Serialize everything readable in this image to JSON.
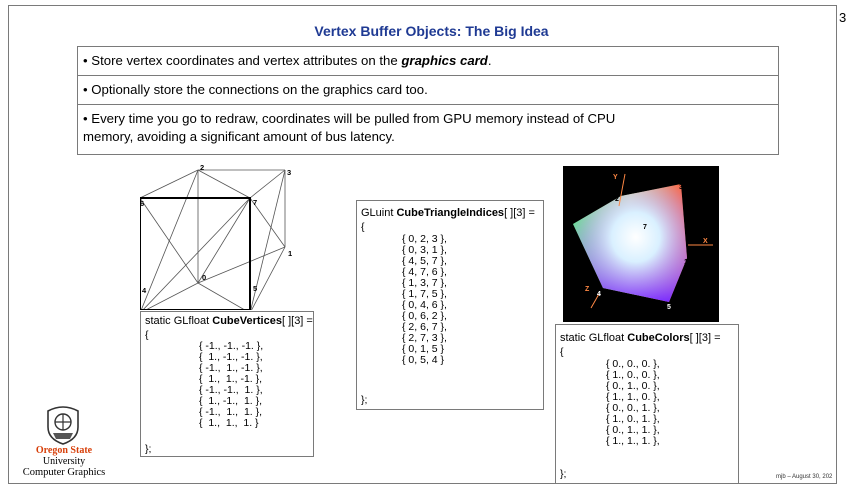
{
  "slide": {
    "number": "3",
    "title": "Vertex Buffer Objects: The Big Idea",
    "footer": "mjb – August 30, 202"
  },
  "bullets": [
    {
      "prefix": "• Store vertex coordinates and vertex attributes on the ",
      "emph": "graphics card",
      "suffix": "."
    },
    {
      "text": "• Optionally store the connections on the graphics card too."
    },
    {
      "line1": "• Every time you go to redraw, coordinates will be pulled from GPU memory instead of CPU",
      "line2": "memory, avoiding a significant amount of bus latency."
    }
  ],
  "cube": {
    "vertex_labels": [
      "0",
      "1",
      "2",
      "3",
      "4",
      "5",
      "6",
      "7"
    ]
  },
  "vertices_code": {
    "prefix": "static GLfloat ",
    "name": "CubeVertices",
    "suffix": "[ ][3] =",
    "open": "{",
    "rows": [
      "{ -1., -1., -1. },",
      "{  1., -1., -1. },",
      "{ -1.,  1., -1. },",
      "{  1.,  1., -1. },",
      "{ -1., -1.,  1. },",
      "{  1., -1.,  1. },",
      "{ -1.,  1.,  1. },",
      "{  1.,  1.,  1. }"
    ],
    "close": "};"
  },
  "indices_code": {
    "prefix": "GLuint ",
    "name": "CubeTriangleIndices",
    "suffix": "[ ][3] =",
    "open": "{",
    "rows": [
      "{ 0, 2, 3 },",
      "{ 0, 3, 1 },",
      "{ 4, 5, 7 },",
      "{ 4, 7, 6 },",
      "{ 1, 3, 7 },",
      "{ 1, 7, 5 },",
      "{ 0, 4, 6 },",
      "{ 0, 6, 2 },",
      "{ 2, 6, 7 },",
      "{ 2, 7, 3 },",
      "{ 0, 1, 5 }",
      "{ 0, 5, 4 }"
    ],
    "close": "};"
  },
  "colors_code": {
    "prefix": "static GLfloat ",
    "name": "CubeColors",
    "suffix": "[ ][3] =",
    "open": "{",
    "rows": [
      "{ 0., 0., 0. },",
      "{ 1., 0., 0. },",
      "{ 0., 1., 0. },",
      "{ 1., 1., 0. },",
      "{ 0., 0., 1. },",
      "{ 1., 0., 1. },",
      "{ 0., 1., 1. },",
      "{ 1., 1., 1. },"
    ],
    "close": "};"
  },
  "color_cube": {
    "axis_labels": [
      "Y",
      "X",
      "Z"
    ],
    "vertex_labels": [
      "2",
      "3",
      "6",
      "7",
      "1",
      "4",
      "5"
    ]
  },
  "logo": {
    "line1": "Oregon State",
    "line2": "University",
    "line3": "Computer Graphics"
  },
  "colors": {
    "title": "#1f3a93",
    "osu_orange": "#d73f09"
  }
}
